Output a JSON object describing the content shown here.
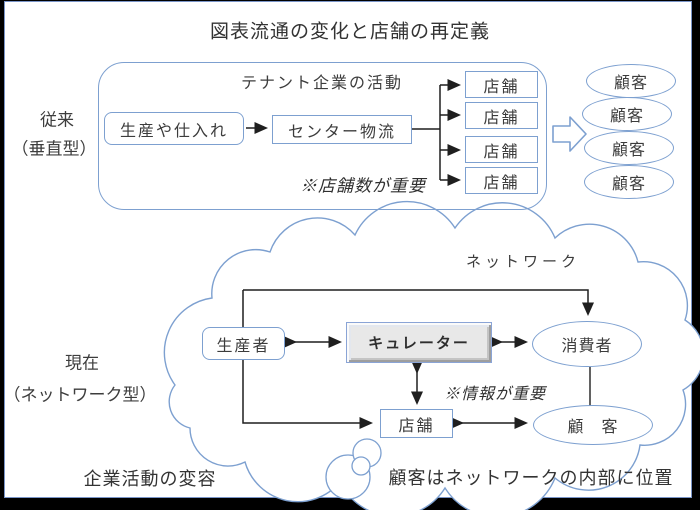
{
  "page": {
    "title": "図表流通の変化と店舗の再定義"
  },
  "top": {
    "side_label_1": "従来",
    "side_label_2": "（垂直型）",
    "caption": "テナント企業の活動",
    "note": "※店舗数が重要",
    "production": "生産や仕入れ",
    "logistics": "センター物流",
    "stores": [
      "店舗",
      "店舗",
      "店舗",
      "店舗"
    ],
    "customers": [
      "顧客",
      "顧客",
      "顧客",
      "顧客"
    ]
  },
  "bottom": {
    "side_label_1": "現在",
    "side_label_2": "（ネットワーク型）",
    "cloud_label": "ネットワーク",
    "note": "※情報が重要",
    "producer": "生産者",
    "curator": "キュレーター",
    "consumer": "消費者",
    "store": "店舗",
    "customer": "顧　客",
    "caption_left": "企業活動の変容",
    "caption_right": "顧客はネットワークの内部に位置"
  },
  "colors": {
    "shape_border": "#7da0d0",
    "connector": "#1f1f1f",
    "text": "#3d3d3d",
    "curator_fill": "#e8e8e8",
    "frame": "#000000"
  }
}
